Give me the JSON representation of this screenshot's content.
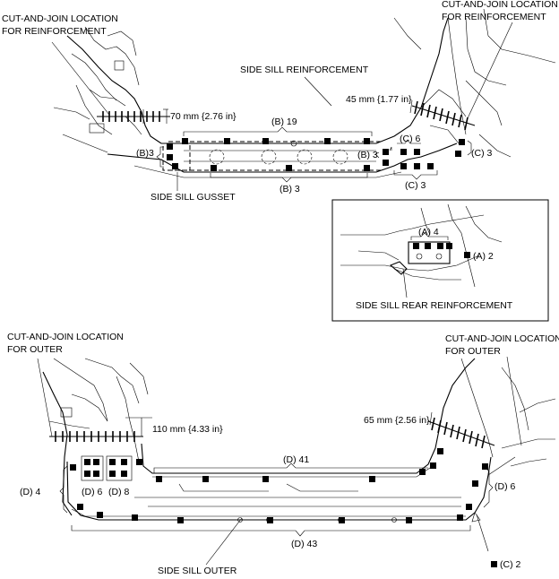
{
  "labels": {
    "cutjoin_reinf_left_1": "CUT-AND-JOIN LOCATION",
    "cutjoin_reinf_left_2": "FOR REINFORCEMENT",
    "cutjoin_reinf_right_1": "CUT-AND-JOIN LOCATION",
    "cutjoin_reinf_right_2": "FOR REINFORCEMENT",
    "side_sill_reinforcement": "SIDE SILL REINFORCEMENT",
    "side_sill_gusset": "SIDE SILL GUSSET",
    "side_sill_rear_reinforcement": "SIDE SILL REAR REINFORCEMENT",
    "cutjoin_outer_left_1": "CUT-AND-JOIN LOCATION",
    "cutjoin_outer_left_2": "FOR OUTER",
    "cutjoin_outer_right_1": "CUT-AND-JOIN LOCATION",
    "cutjoin_outer_right_2": "FOR OUTER",
    "side_sill_outer": "SIDE SILL OUTER"
  },
  "dimensions": {
    "reinf_left": "70 mm {2.76 in}",
    "reinf_right": "45 mm {1.77 in}",
    "outer_left": "110 mm {4.33 in}",
    "outer_right": "65 mm {2.56 in}"
  },
  "weld_callouts": {
    "b19": "(B) 19",
    "b3_left": "(B)3",
    "b3_bottom": "(B) 3",
    "b3_right": "(B) 3",
    "c6_top": "(C) 6",
    "c3_right": "(C) 3",
    "c3_bottom": "(C) 3",
    "a4": "(A) 4",
    "a2": "(A) 2",
    "d41": "(D) 41",
    "d4": "(D) 4",
    "d6_left": "(D) 6",
    "d8": "(D) 8",
    "d6_right": "(D) 6",
    "d43": "(D) 43",
    "c2": "(C) 2"
  }
}
